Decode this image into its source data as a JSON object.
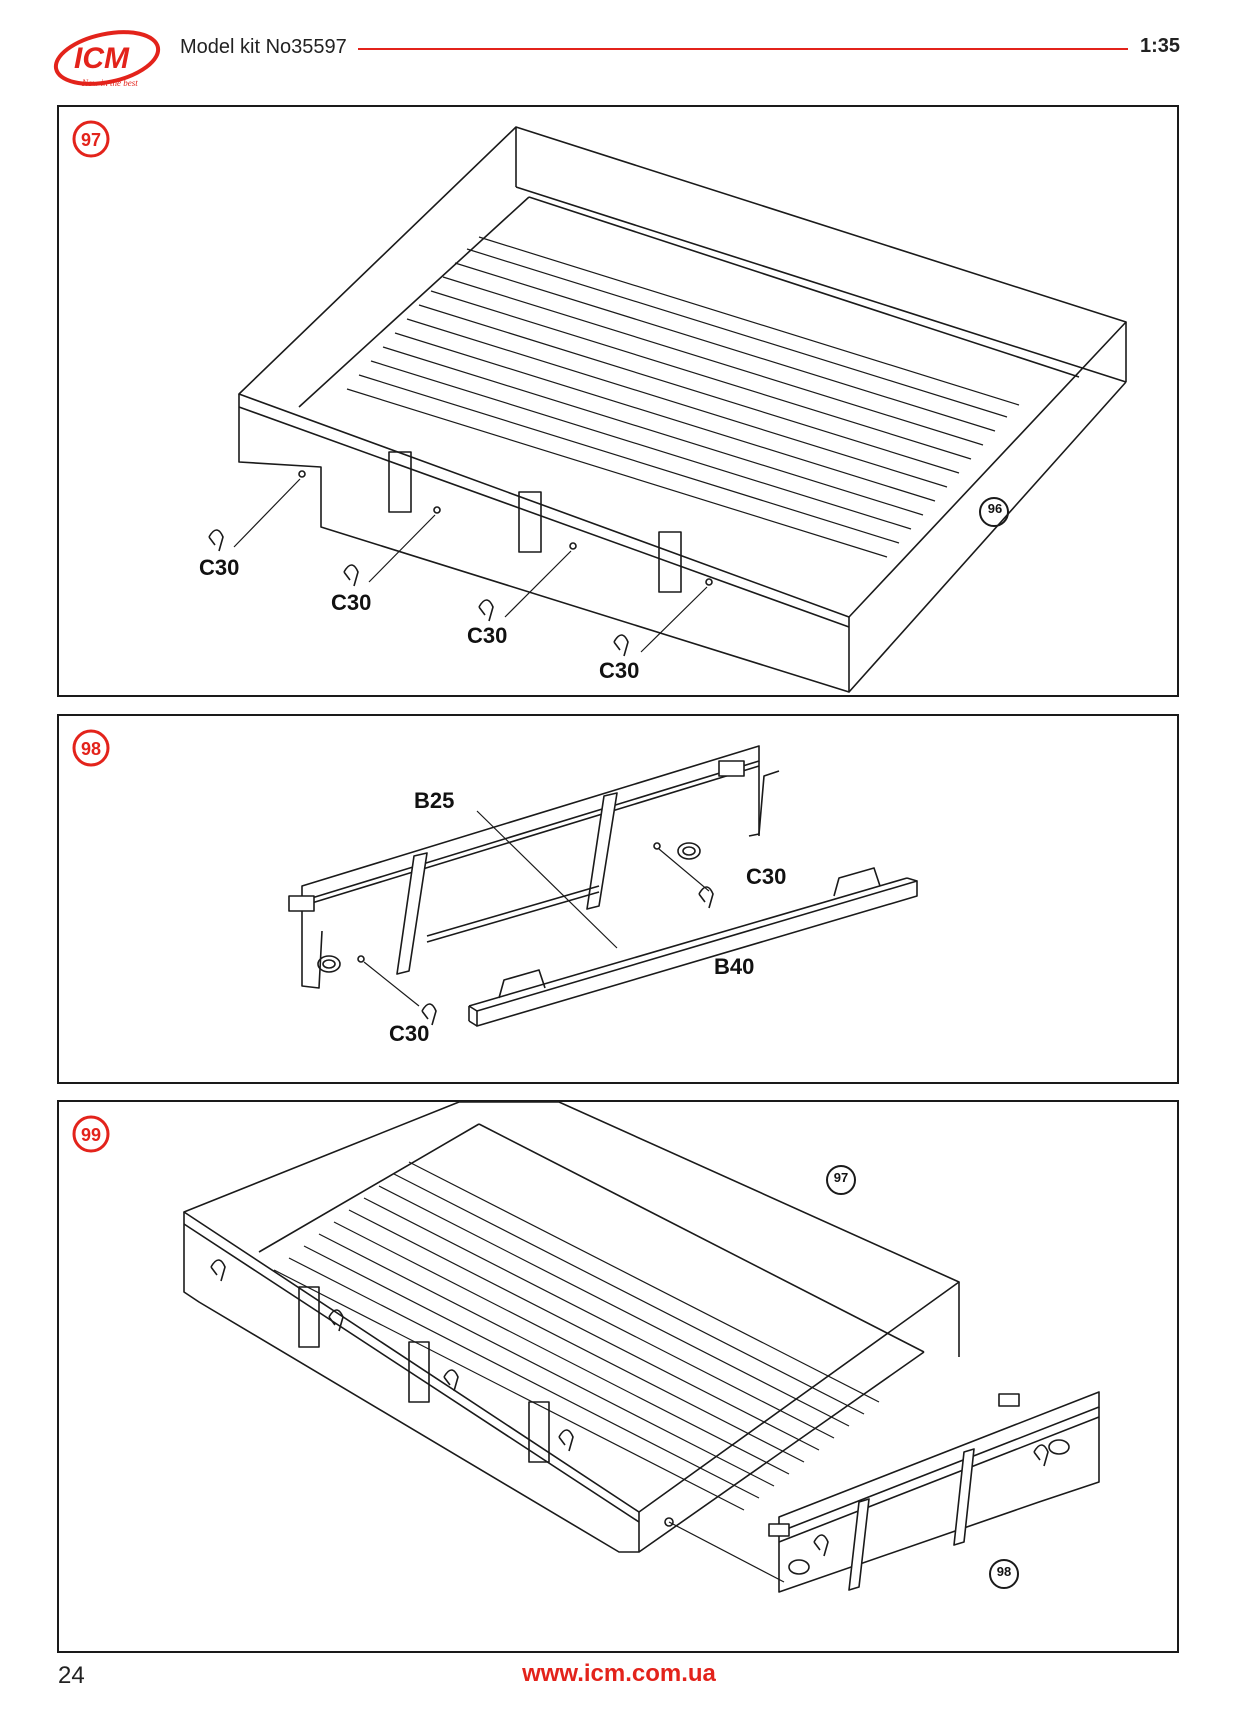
{
  "header": {
    "brand": "ICM",
    "tagline": "Now in the best",
    "kit_title": "Model kit No35597",
    "scale": "1:35"
  },
  "steps": [
    {
      "number": "97",
      "parts": [
        "C30",
        "C30",
        "C30",
        "C30"
      ],
      "ref": "96"
    },
    {
      "number": "98",
      "parts": [
        "B25",
        "C30",
        "B40",
        "C30"
      ]
    },
    {
      "number": "99",
      "refs": [
        "97",
        "98"
      ]
    }
  ],
  "footer": {
    "page_number": "24",
    "url": "www.icm.com.ua"
  },
  "colors": {
    "accent": "#e3231b",
    "line": "#1a1a1a"
  }
}
